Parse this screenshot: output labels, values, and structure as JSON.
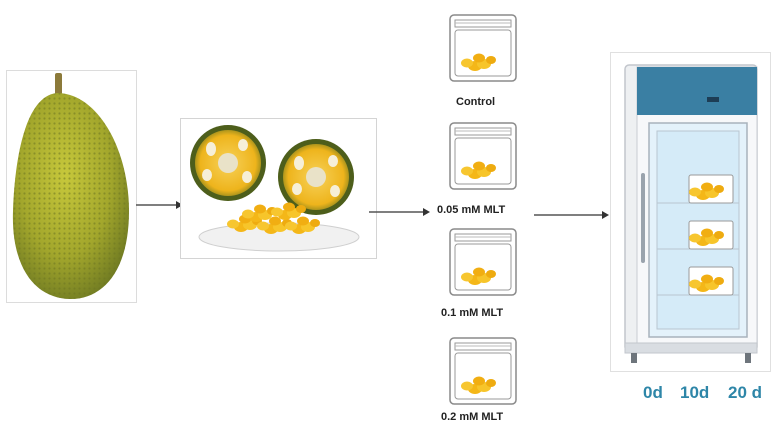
{
  "treatments": [
    {
      "label": "Control"
    },
    {
      "label": "0.05 mM MLT"
    },
    {
      "label": "0.1 mM MLT"
    },
    {
      "label": "0.2 mM MLT"
    }
  ],
  "storage": {
    "days": [
      "0d",
      "10d",
      "20 d"
    ]
  },
  "colors": {
    "jackfruit_skin": "#a8ad2e",
    "pulp": "#f2b417",
    "fridge_top": "#3a7fa3",
    "day_label": "#2e86a8"
  },
  "icons": [
    "whole-jackfruit-icon",
    "cut-jackfruit-icon",
    "container-icon",
    "refrigerator-icon",
    "arrow-icon"
  ]
}
